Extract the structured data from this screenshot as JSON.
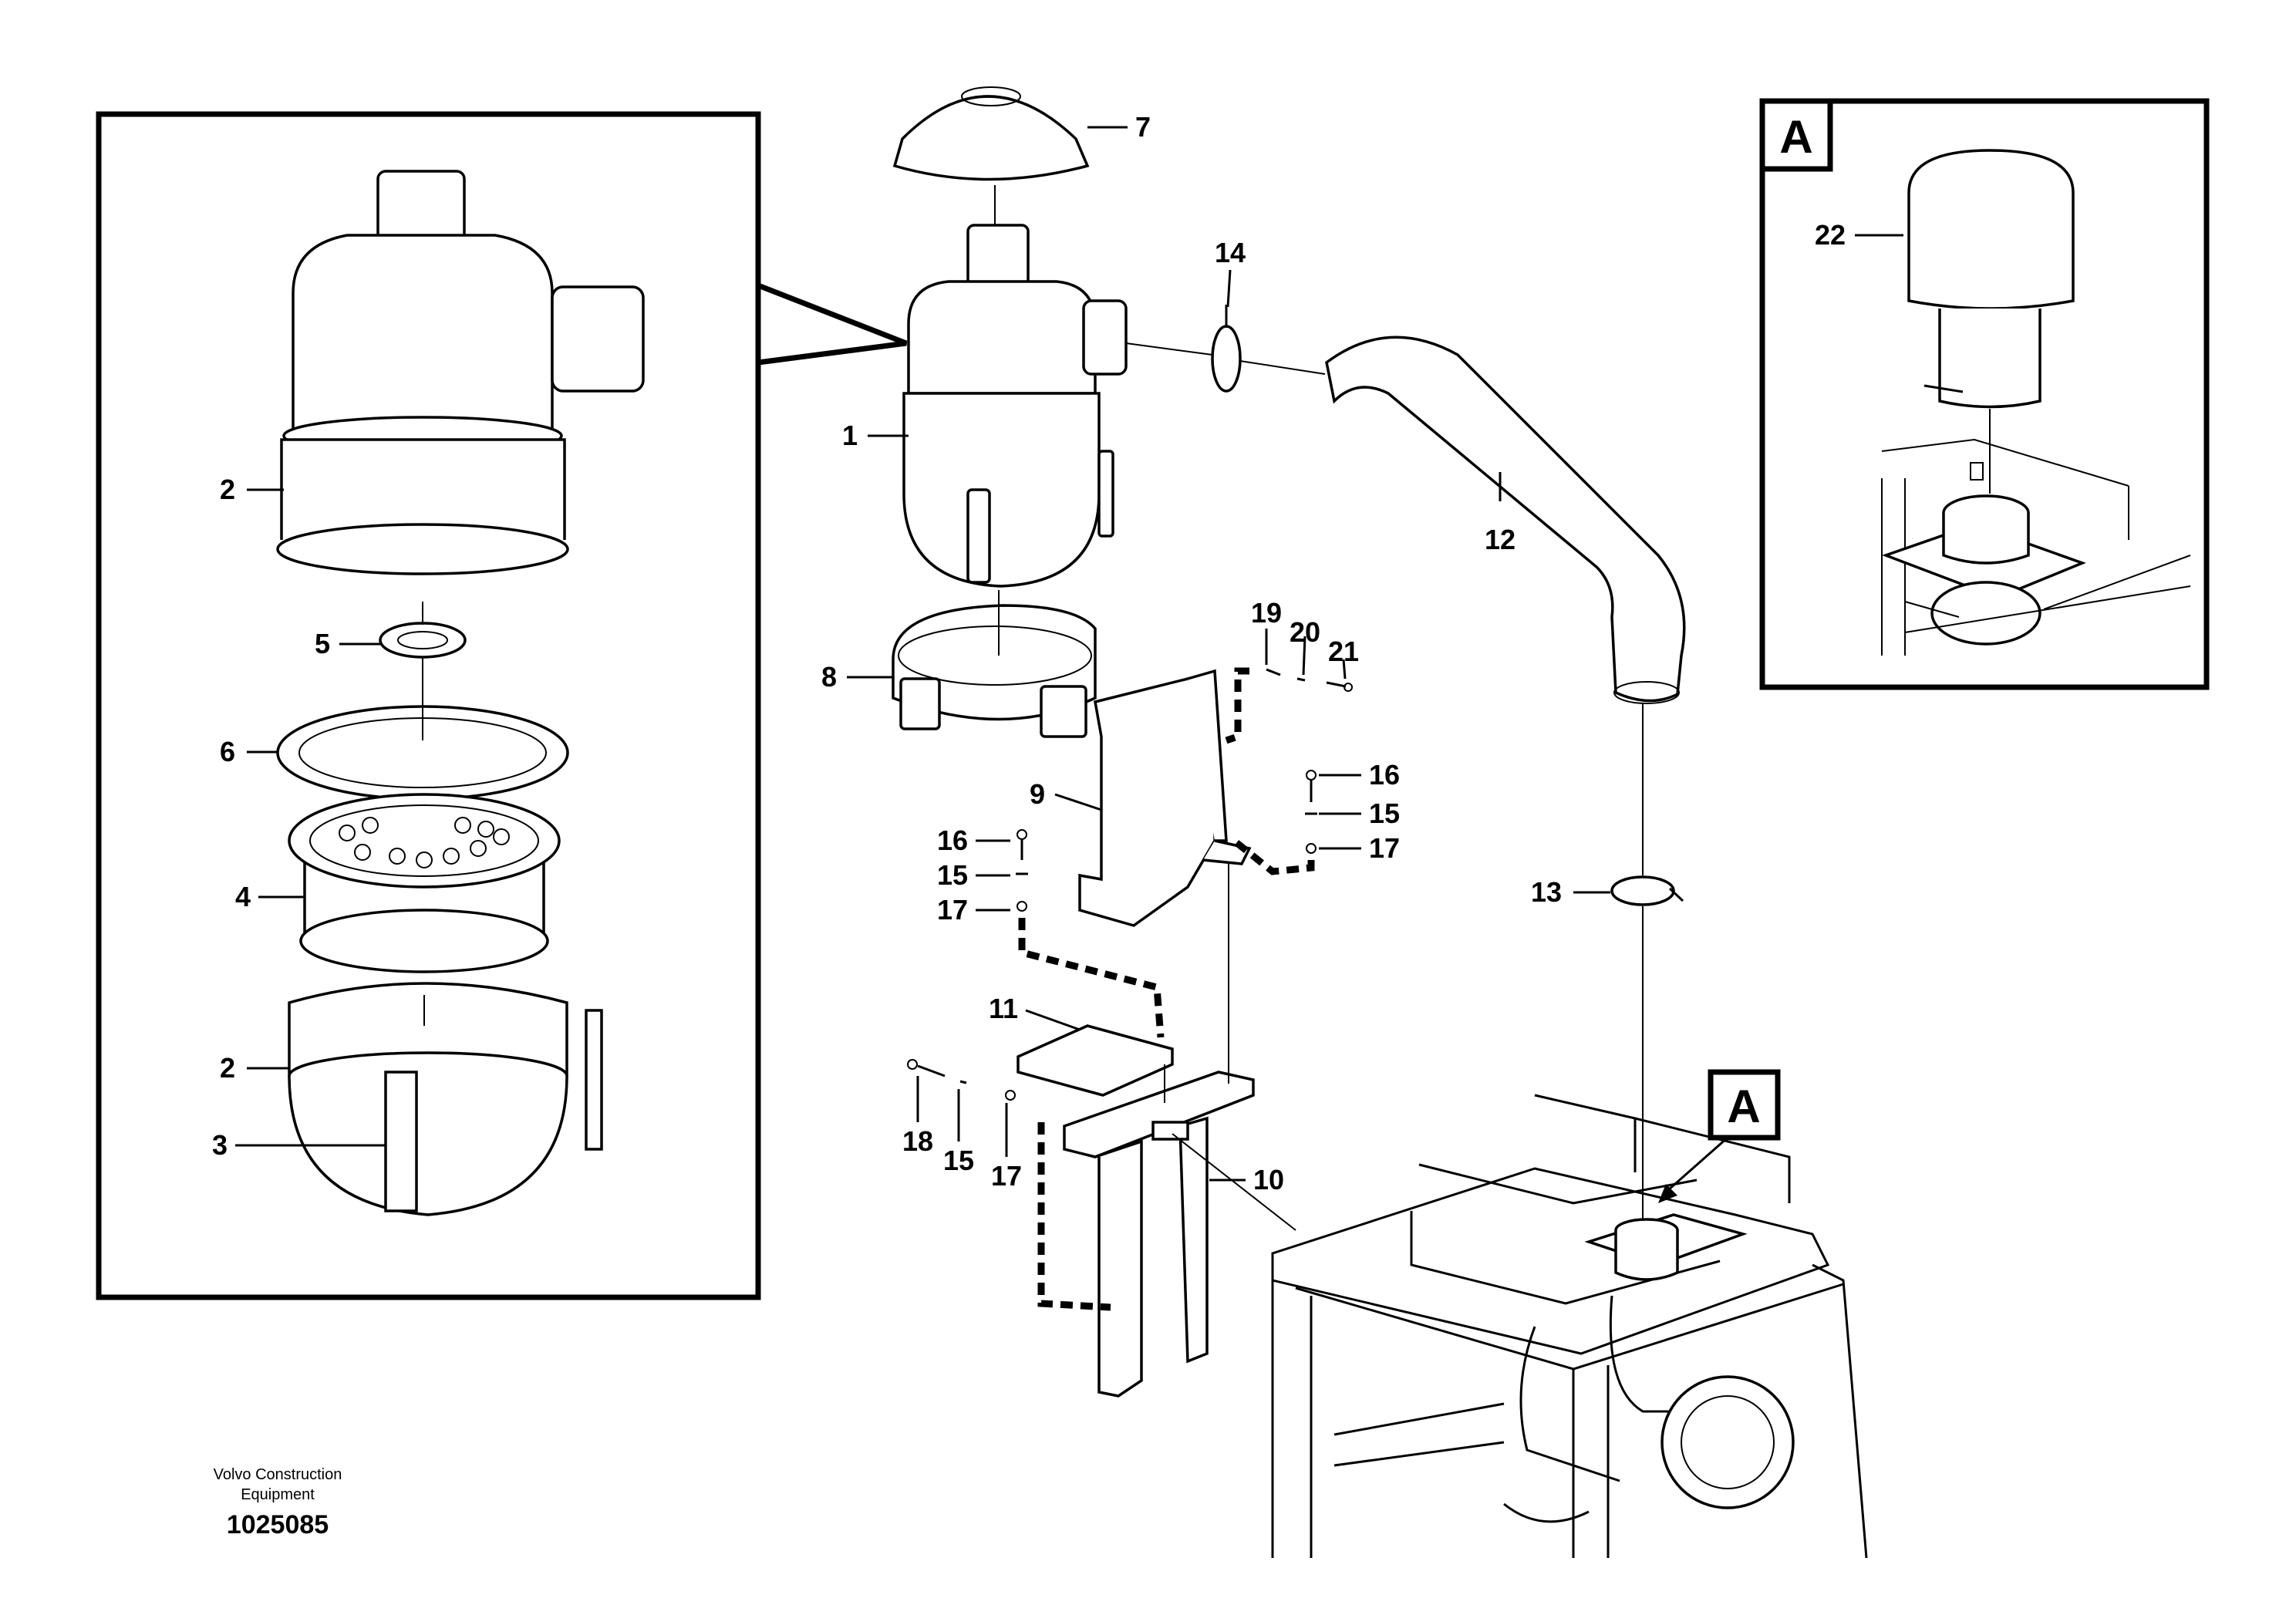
{
  "callouts": {
    "c1": "1",
    "c2a": "2",
    "c2b": "2",
    "c3": "3",
    "c4": "4",
    "c5": "5",
    "c6": "6",
    "c7": "7",
    "c8": "8",
    "c9": "9",
    "c10": "10",
    "c11": "11",
    "c12": "12",
    "c13": "13",
    "c14": "14",
    "c15a": "15",
    "c15b": "15",
    "c15c": "15",
    "c16a": "16",
    "c16b": "16",
    "c17a": "17",
    "c17b": "17",
    "c17c": "17",
    "c18": "18",
    "c19": "19",
    "c20": "20",
    "c21": "21",
    "c22": "22"
  },
  "view_markers": {
    "detail": "A",
    "main": "A"
  },
  "footer": {
    "company_line1": "Volvo Construction",
    "company_line2": "Equipment",
    "document_number": "1025085"
  }
}
